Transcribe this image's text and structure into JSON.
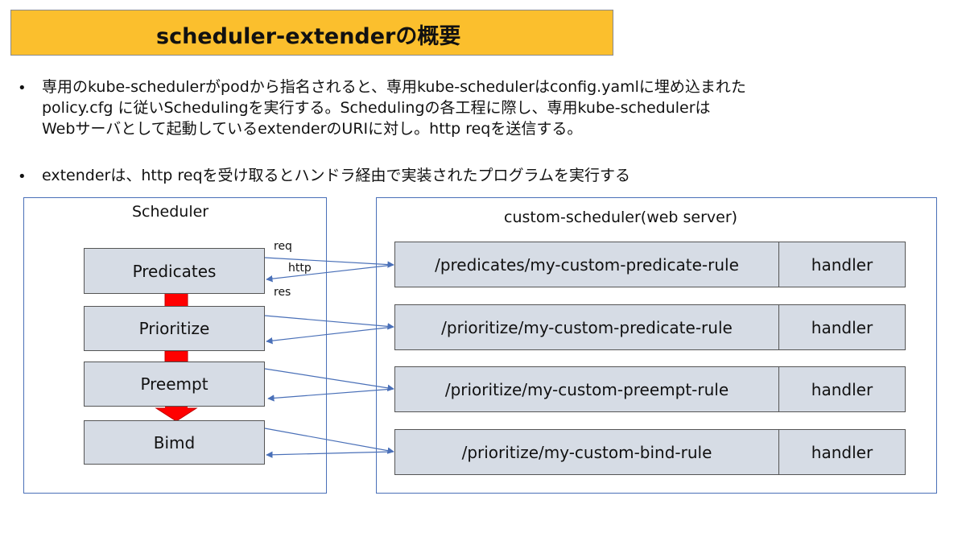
{
  "title": "scheduler-extenderの概要",
  "bullets": {
    "marker": "•",
    "first_lines": [
      "専用のkube-schedulerがpodから指名されると、専用kube-schedulerはconfig.yamlに埋め込まれた",
      "policy.cfg に従いSchedulingを実行する。Schedulingの各工程に際し、専用kube-schedulerは",
      "Webサーバとして起動しているextenderのURIに対し。http reqを送信する。"
    ],
    "second": "extenderは、http reqを受け取るとハンドラ経由で実装されたプログラムを実行する"
  },
  "scheduler": {
    "title": "Scheduler",
    "stages": [
      "Predicates",
      "Prioritize",
      "Preempt",
      "Bimd"
    ]
  },
  "custom_scheduler": {
    "title": "custom-scheduler(web server)",
    "routes": [
      {
        "path": "/predicates/my-custom-predicate-rule",
        "handler": "handler"
      },
      {
        "path": "/prioritize/my-custom-predicate-rule",
        "handler": "handler"
      },
      {
        "path": "/prioritize/my-custom-preempt-rule",
        "handler": "handler"
      },
      {
        "path": "/prioritize/my-custom-bind-rule",
        "handler": "handler"
      }
    ]
  },
  "labels": {
    "req": "req",
    "http": "http",
    "res": "res"
  },
  "colors": {
    "title_bg": "#fbbf2d",
    "box_fill": "#d6dce5",
    "group_border": "#4a70b8",
    "arrow": "#4a70b8",
    "flow_connector": "#ff0000"
  }
}
